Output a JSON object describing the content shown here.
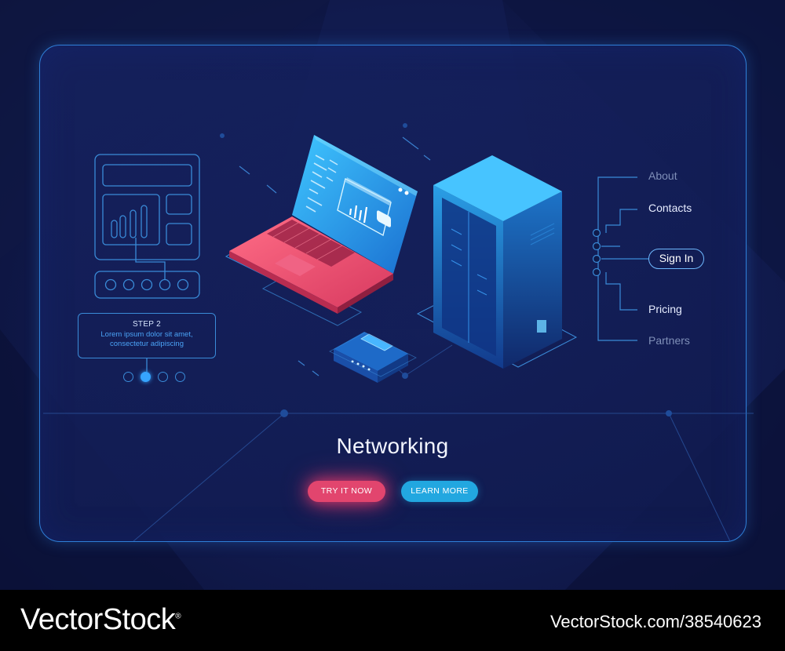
{
  "step": {
    "title": "STEP 2",
    "text": "Lorem ipsum dolor sit amet, consectetur adipiscing"
  },
  "pagination": {
    "total": 4,
    "active_index": 1
  },
  "nav": {
    "about": "About",
    "contacts": "Contacts",
    "sign_in": "Sign In",
    "pricing": "Pricing",
    "partners": "Partners"
  },
  "hero": {
    "title": "Networking",
    "try_label": "TRY IT NOW",
    "learn_label": "LEARN MORE"
  },
  "footer": {
    "brand": "VectorStock",
    "registered": "®",
    "id": "VectorStock.com/38540623"
  },
  "colors": {
    "background": "#121c52",
    "outline": "#2f7fd8",
    "accent_pink": "#e2456e",
    "accent_blue": "#22a7e0"
  },
  "icons": {
    "wireframe": "dashboard-wireframe-icon",
    "laptop": "laptop-icon",
    "server": "server-rack-icon",
    "router": "router-icon"
  }
}
